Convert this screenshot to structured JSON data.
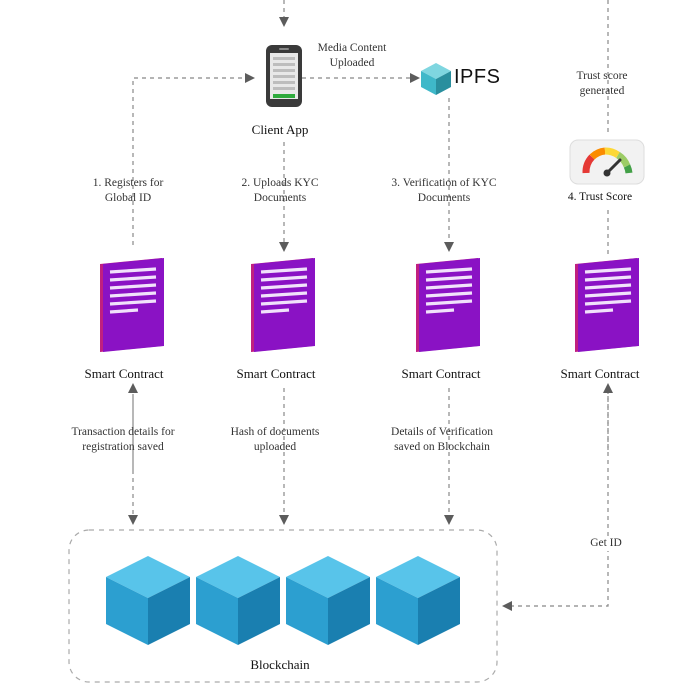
{
  "nodes": {
    "client_app": "Client App",
    "ipfs": "IPFS",
    "trust_score": "4. Trust Score",
    "blockchain": "Blockchain",
    "smart_contracts": [
      "Smart Contract",
      "Smart Contract",
      "Smart Contract",
      "Smart Contract"
    ]
  },
  "edges": {
    "media_upload": [
      "Media Content",
      "Uploaded"
    ],
    "trust_generated": [
      "Trust score",
      "generated"
    ],
    "register": [
      "1. Registers for",
      "Global ID"
    ],
    "upload_kyc": [
      "2. Uploads KYC",
      "Documents"
    ],
    "verify_kyc": [
      "3. Verification of KYC",
      "Documents"
    ],
    "tx_saved": [
      "Transaction details for",
      "registration saved"
    ],
    "hash_uploaded": [
      "Hash of documents",
      "uploaded"
    ],
    "verification_saved": [
      "Details of Verification",
      "saved on Blockchain"
    ],
    "get_id": "Get ID"
  },
  "colors": {
    "contract_purple": "#8a12c4",
    "contract_edge": "#c02080",
    "block_top": "#58c4ea",
    "block_left": "#2c9fd0",
    "block_right": "#1a7fb0",
    "arrow": "#777777",
    "phone_screen": "#e8e8e8",
    "phone_bar": "#2eaa3c",
    "ipfs_cube": "#3fb8c9"
  }
}
